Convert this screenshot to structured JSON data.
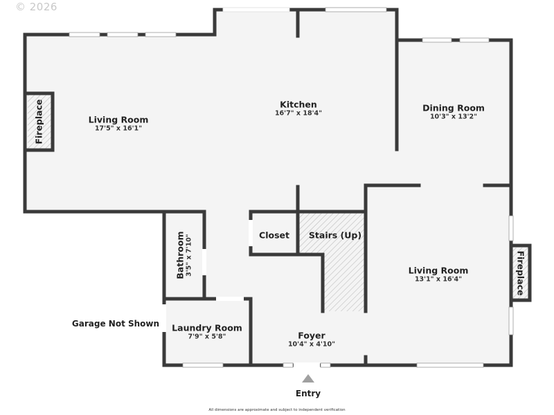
{
  "copyright": "© 2026",
  "footer_note": "All dimensions are approximate and subject to independent verification",
  "colors": {
    "wall": "#3a3a3a",
    "floor": "#f4f4f4",
    "window": "#ffffff",
    "hatch": "#bdbdbd",
    "entry_arrow": "#a0a0a0",
    "text": "#222222"
  },
  "rooms": {
    "living_room_west": {
      "name": "Living Room",
      "dim": "17'5\" x 16'1\""
    },
    "kitchen": {
      "name": "Kitchen",
      "dim": "16'7\" x 18'4\""
    },
    "dining_room": {
      "name": "Dining Room",
      "dim": "10'3\" x 13'2\""
    },
    "closet": {
      "name": "Closet"
    },
    "stairs": {
      "name": "Stairs (Up)"
    },
    "living_room_east": {
      "name": "Living Room",
      "dim": "13'1\" x 16'4\""
    },
    "bathroom": {
      "name": "Bathroom",
      "dim": "3'5\" x 7'10\""
    },
    "laundry_room": {
      "name": "Laundry Room",
      "dim": "7'9\" x 5'8\""
    },
    "foyer": {
      "name": "Foyer",
      "dim": "10'4\" x 4'10\""
    },
    "fireplace_west": {
      "name": "Fireplace"
    },
    "fireplace_east": {
      "name": "Fireplace"
    }
  },
  "annotations": {
    "garage": "Garage Not Shown",
    "entry": "Entry"
  }
}
